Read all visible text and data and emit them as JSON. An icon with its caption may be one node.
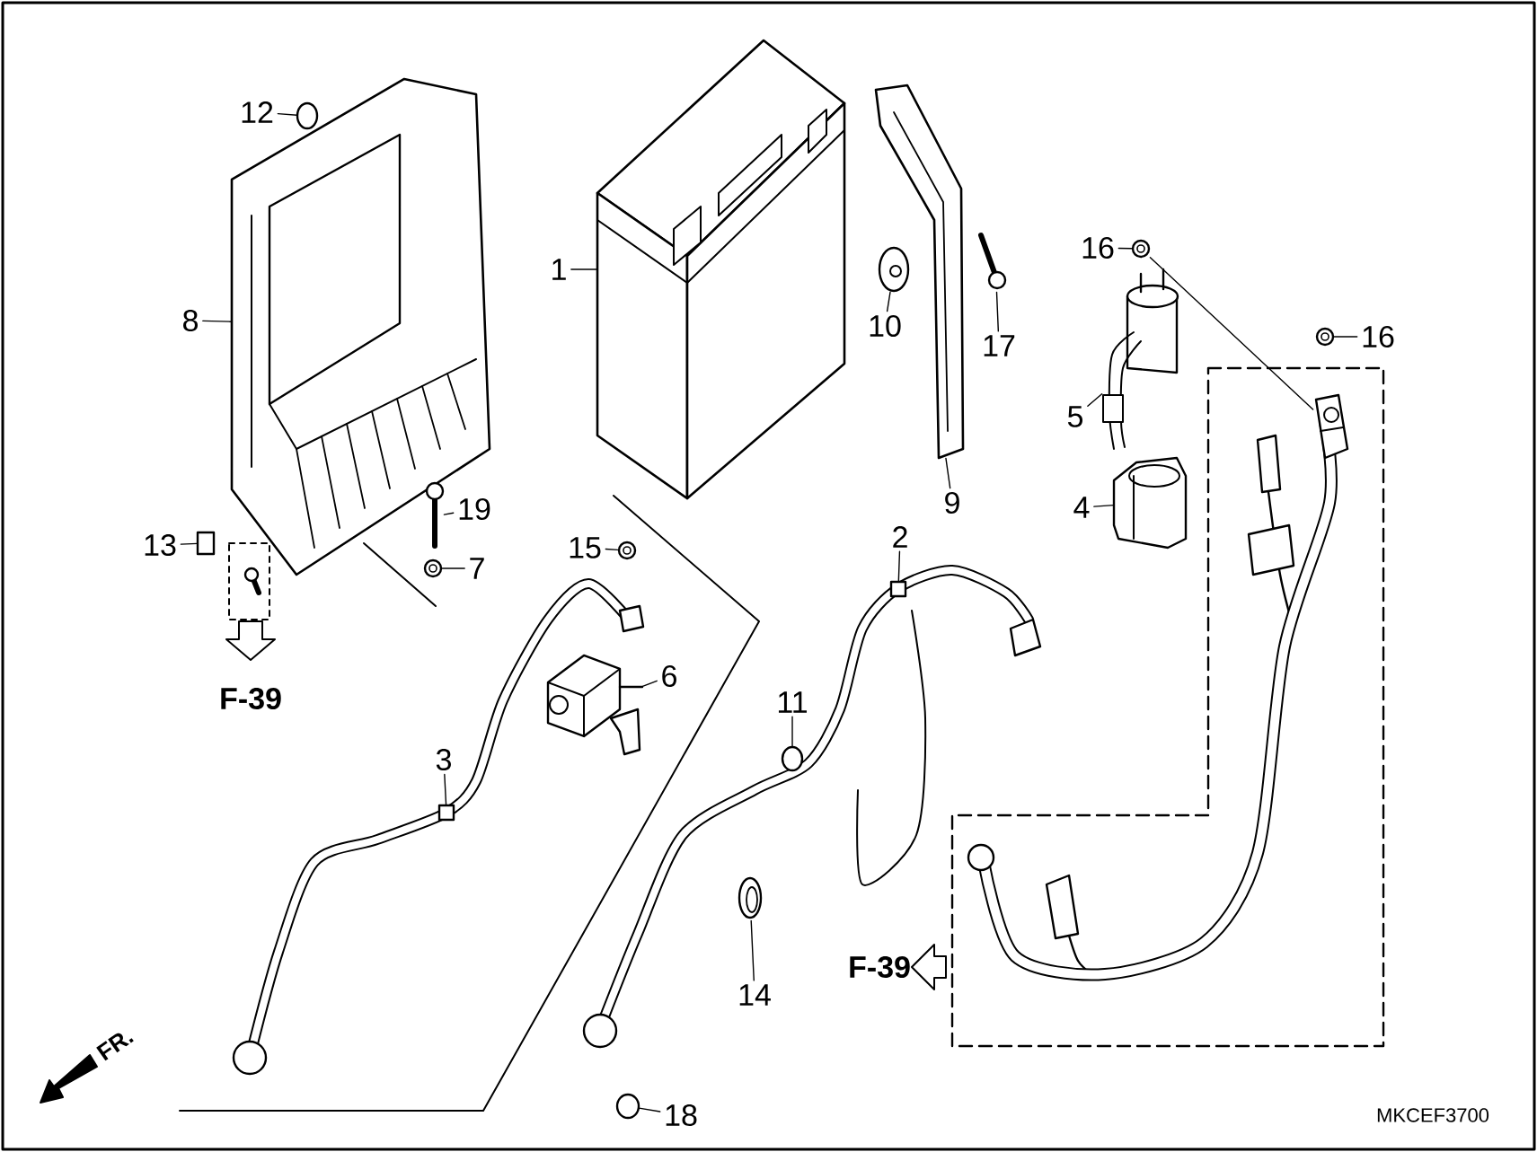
{
  "diagram": {
    "nodes": [
      {
        "text": [
          "1"
        ]
      },
      {
        "text": [
          "2"
        ]
      },
      {
        "text": [
          "3"
        ]
      },
      {
        "text": [
          "4"
        ]
      },
      {
        "text": [
          "5"
        ]
      },
      {
        "text": [
          "6"
        ]
      },
      {
        "text": [
          "7"
        ]
      },
      {
        "text": [
          "8"
        ]
      },
      {
        "text": [
          "9"
        ]
      },
      {
        "text": [
          "10"
        ]
      },
      {
        "text": [
          "11"
        ]
      },
      {
        "text": [
          "12"
        ]
      },
      {
        "text": [
          "13"
        ]
      },
      {
        "text": [
          "14"
        ]
      },
      {
        "text": [
          "15"
        ]
      },
      {
        "text": [
          "16"
        ]
      },
      {
        "text": [
          "16"
        ]
      },
      {
        "text": [
          "17"
        ]
      },
      {
        "text": [
          "18"
        ]
      },
      {
        "text": [
          "19"
        ]
      },
      {
        "text": [],
        "shape": "picture"
      },
      {
        "text": [],
        "shape": "box"
      },
      {
        "text": [],
        "shape": "box"
      },
      {
        "text": [],
        "shape": "picture"
      },
      {
        "text": [],
        "shape": "picture"
      },
      {
        "text": [],
        "shape": "picture"
      },
      {
        "text": [],
        "shape": "picture"
      },
      {
        "text": [],
        "shape": "picture"
      },
      {
        "text": [],
        "shape": "picture"
      },
      {
        "text": [],
        "shape": "picture"
      },
      {
        "text": [],
        "shape": "circle"
      },
      {
        "text": [],
        "shape": "circle"
      },
      {
        "text": [],
        "shape": "box"
      },
      {
        "text": [],
        "shape": "picture"
      },
      {
        "text": [],
        "shape": "picture"
      },
      {
        "text": [],
        "shape": "picture"
      },
      {
        "text": [],
        "shape": "picture"
      },
      {
        "text": [],
        "shape": "picture"
      },
      {
        "text": [],
        "shape": "circle"
      },
      {
        "text": [],
        "shape": "picture"
      },
      {
        "text": [],
        "shape": "picture"
      }
    ],
    "edges": [
      {
        "from": 0,
        "to": 20,
        "arrow": "none"
      },
      {
        "from": 1,
        "to": 21,
        "arrow": "none"
      },
      {
        "from": 2,
        "to": 22,
        "arrow": "none"
      },
      {
        "from": 3,
        "to": 23,
        "arrow": "none"
      },
      {
        "from": 4,
        "to": 24,
        "arrow": "none"
      },
      {
        "from": 5,
        "to": 25,
        "arrow": "none"
      },
      {
        "from": 6,
        "to": 26,
        "arrow": "none"
      },
      {
        "from": 7,
        "to": 27,
        "arrow": "none"
      },
      {
        "from": 8,
        "to": 28,
        "arrow": "none"
      },
      {
        "from": 9,
        "to": 29,
        "arrow": "none"
      },
      {
        "from": 10,
        "to": 30,
        "arrow": "none"
      },
      {
        "from": 11,
        "to": 31,
        "arrow": "none"
      },
      {
        "from": 12,
        "to": 32,
        "arrow": "none"
      },
      {
        "from": 13,
        "to": 33,
        "arrow": "none"
      },
      {
        "from": 14,
        "to": 34,
        "arrow": "none"
      },
      {
        "from": 15,
        "to": 35,
        "arrow": "none"
      },
      {
        "from": 16,
        "to": 36,
        "arrow": "none"
      },
      {
        "from": 17,
        "to": 37,
        "arrow": "none"
      },
      {
        "from": 18,
        "to": 38,
        "arrow": "none"
      },
      {
        "from": 19,
        "to": 39,
        "arrow": "none"
      },
      {
        "from": 35,
        "to": 40,
        "arrow": "none"
      }
    ],
    "labels": [
      "F-39",
      "F-39",
      "FR.",
      "MKCEF3700"
    ]
  }
}
